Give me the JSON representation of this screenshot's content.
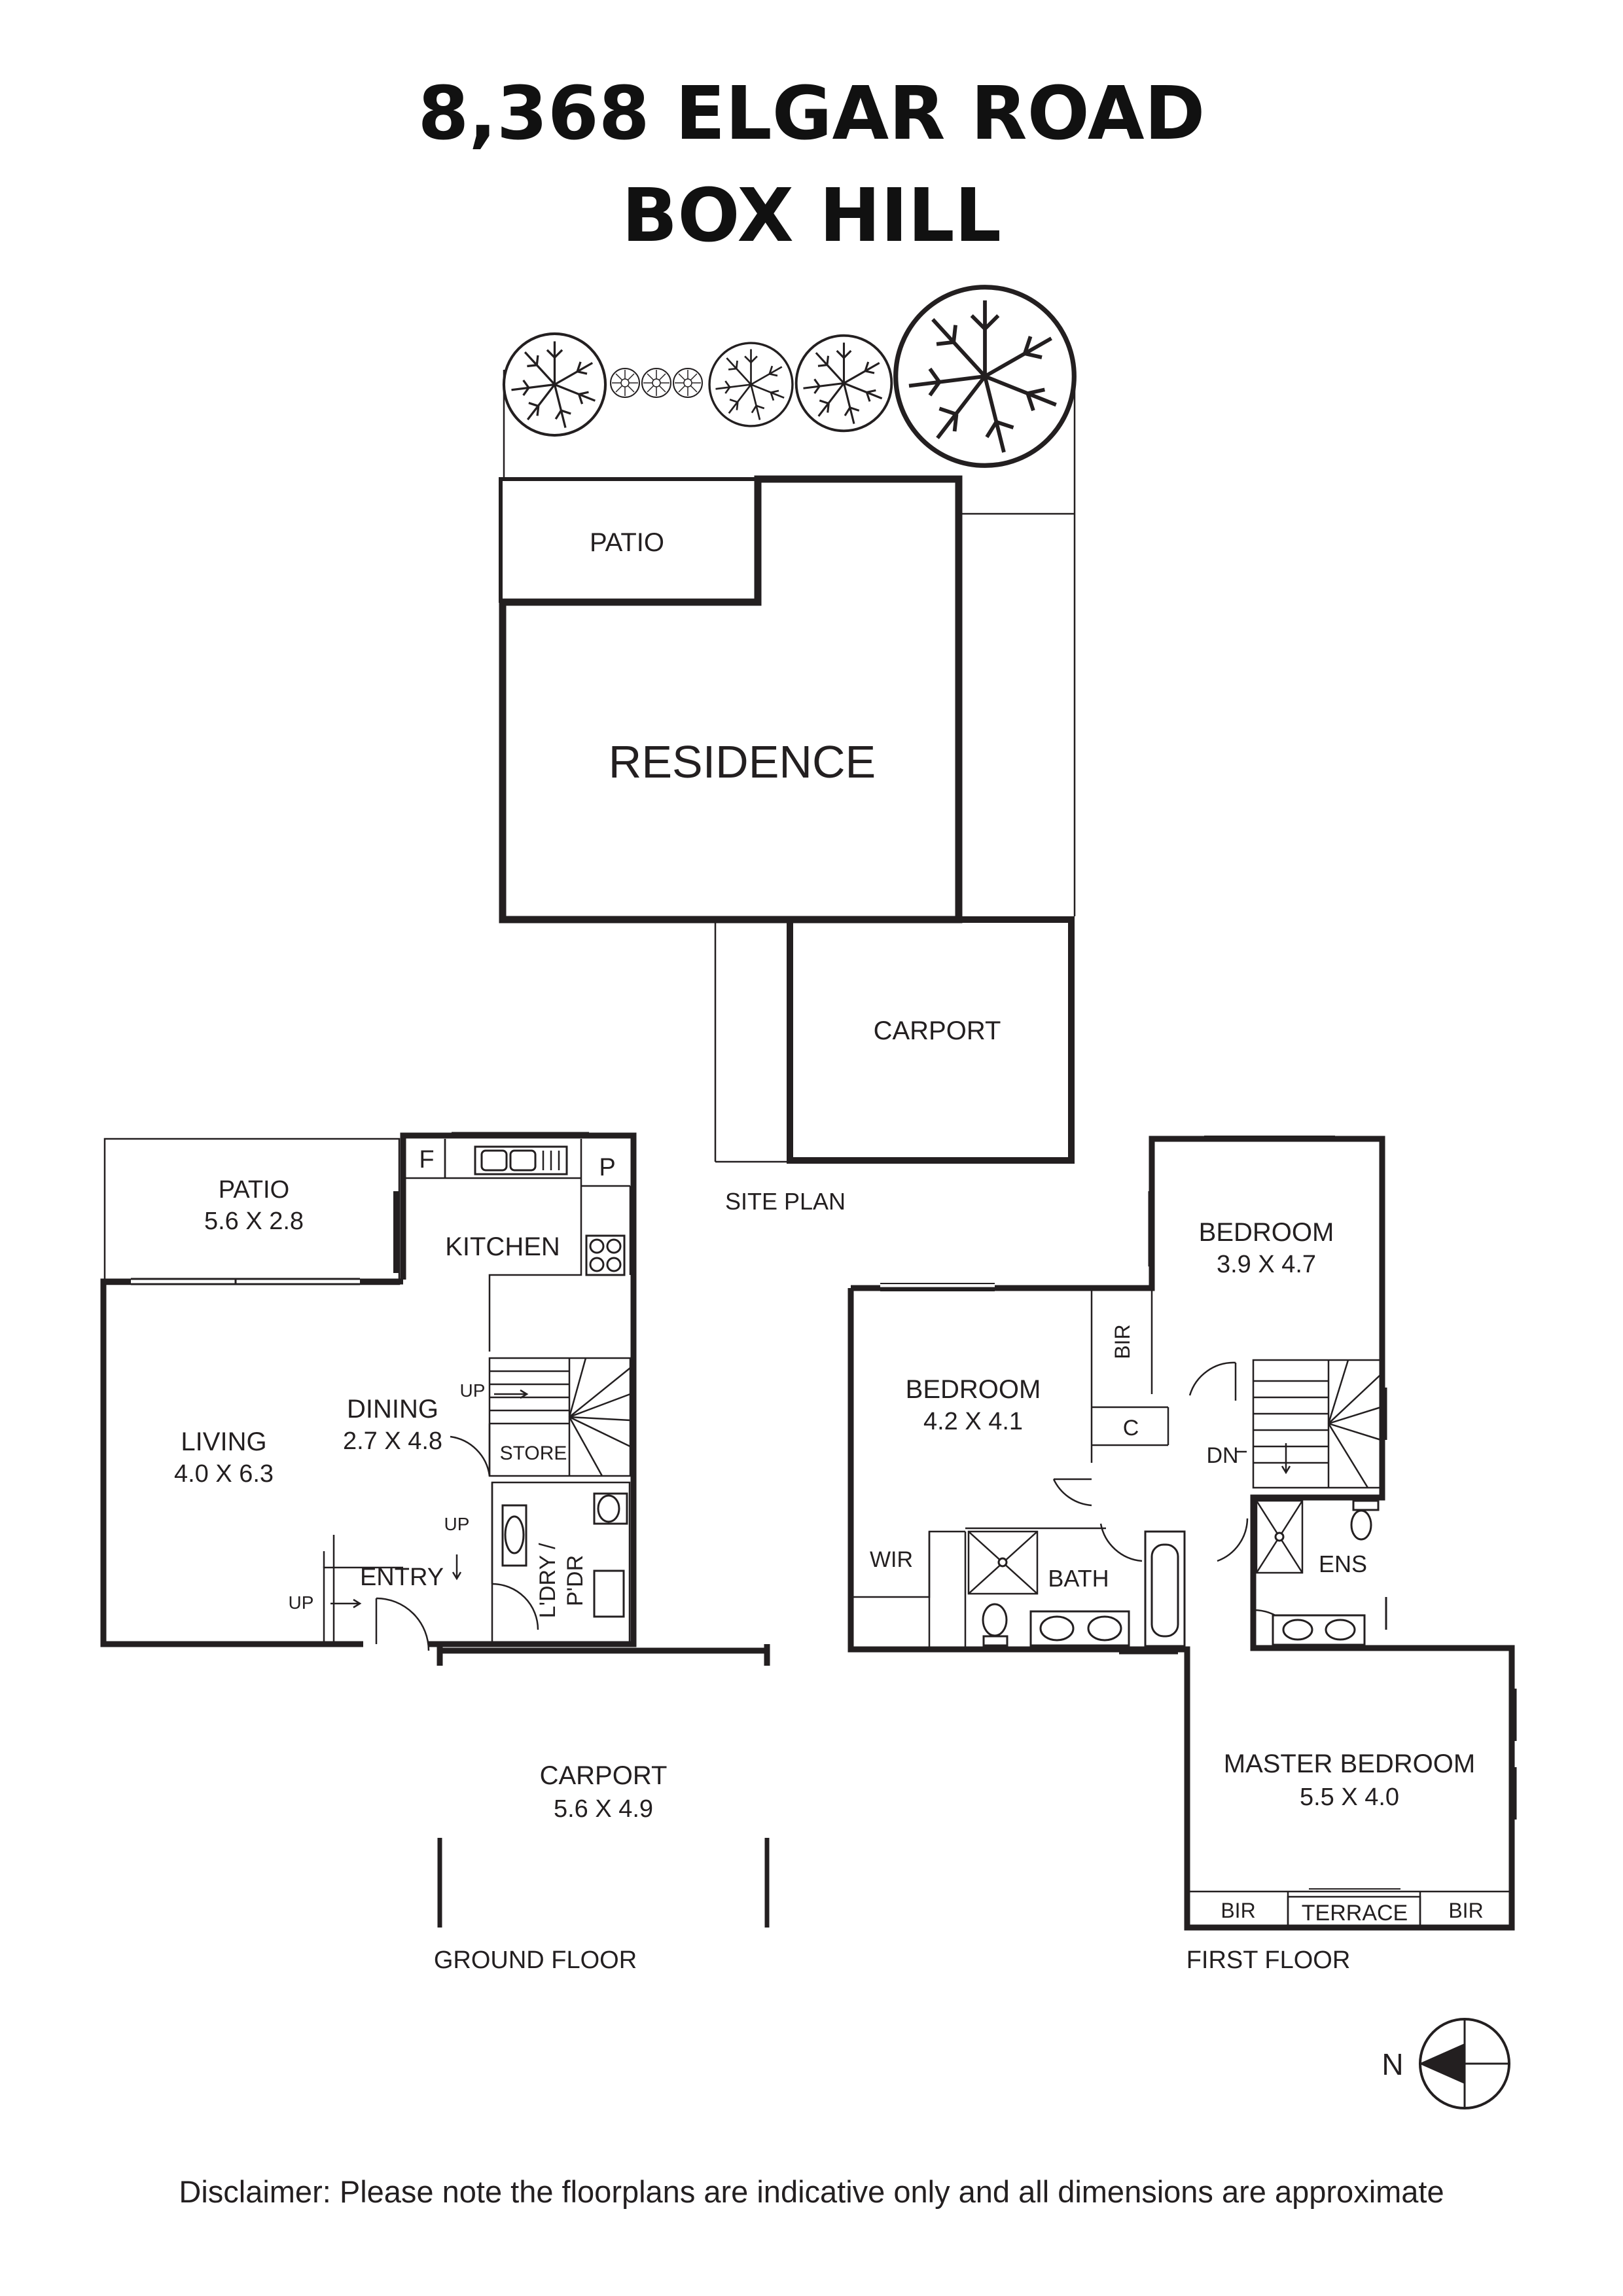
{
  "title": {
    "line1": "8,368 ELGAR ROAD",
    "line2": "BOX HILL"
  },
  "site_plan": {
    "caption": "SITE PLAN",
    "patio": "PATIO",
    "residence": "RESIDENCE",
    "carport": "CARPORT"
  },
  "ground_floor": {
    "caption": "GROUND FLOOR",
    "patio": {
      "name": "PATIO",
      "dims": "5.6 X 2.8"
    },
    "kitchen": "KITCHEN",
    "fridge": "F",
    "pantry": "P",
    "dining": {
      "name": "DINING",
      "dims": "2.7 X 4.8"
    },
    "living": {
      "name": "LIVING",
      "dims": "4.0 X 6.3"
    },
    "store": "STORE",
    "entry": "ENTRY",
    "laundry": "L'DRY /",
    "powder": "P'DR",
    "up_stair": "UP",
    "up_entry": "UP",
    "up_side": "UP",
    "carport": {
      "name": "CARPORT",
      "dims": "5.6 X 4.9"
    }
  },
  "first_floor": {
    "caption": "FIRST FLOOR",
    "bedroom_north": {
      "name": "BEDROOM",
      "dims": "3.9 X 4.7"
    },
    "bedroom_west": {
      "name": "BEDROOM",
      "dims": "4.2 X 4.1"
    },
    "bir_upper": "BIR",
    "cupboard": "C",
    "down": "DN",
    "wir": "WIR",
    "bath": "BATH",
    "ensuite": "ENS",
    "master": {
      "name": "MASTER BEDROOM",
      "dims": "5.5 X 4.0"
    },
    "bir_left": "BIR",
    "terrace": "TERRACE",
    "bir_right": "BIR"
  },
  "compass": {
    "label": "N"
  },
  "disclaimer": "Disclaimer: Please note the floorplans are indicative only and all dimensions are approximate"
}
